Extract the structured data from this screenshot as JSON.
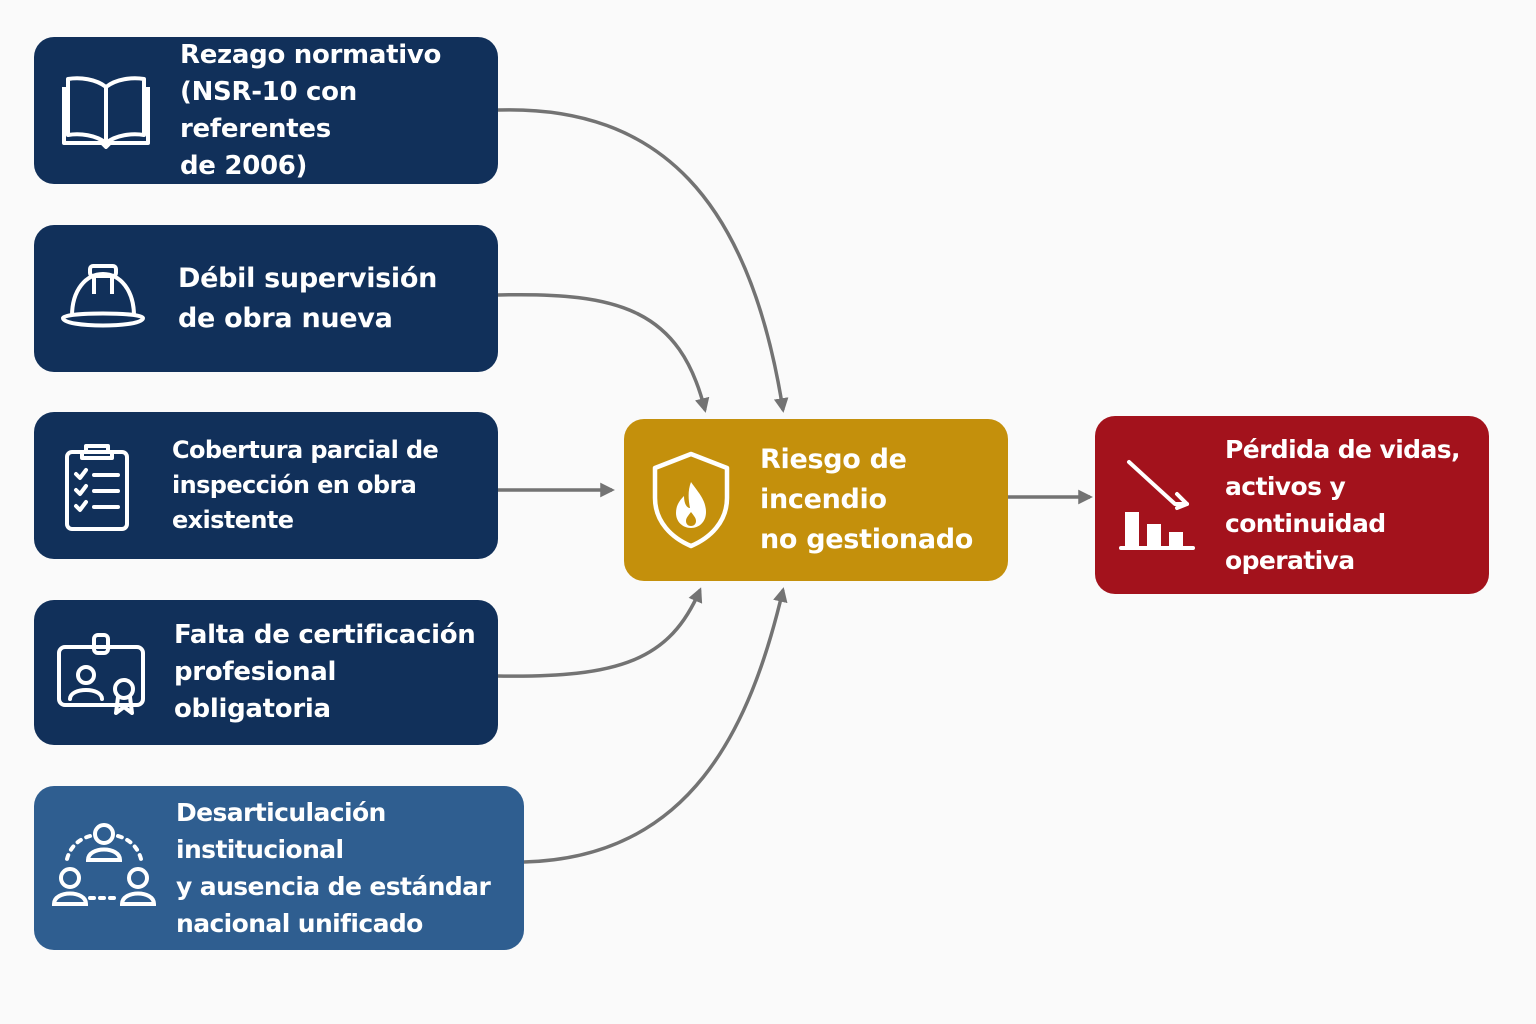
{
  "colors": {
    "background": "#fafafa",
    "cause_dark": "#11305a",
    "cause_light": "#2f5e90",
    "risk": "#c4900c",
    "effect": "#a3121c",
    "arrow": "#737373"
  },
  "causes": [
    {
      "icon": "open-book-icon",
      "label": "Rezago normativo\n(NSR-10 con referentes\nde 2006)"
    },
    {
      "icon": "hard-hat-icon",
      "label": "Débil supervisión\nde obra nueva"
    },
    {
      "icon": "clipboard-checklist-icon",
      "label": "Cobertura parcial de\ninspección en obra existente"
    },
    {
      "icon": "certificate-id-icon",
      "label": "Falta de certificación\nprofesional obligatoria"
    },
    {
      "icon": "people-network-icon",
      "label": "Desarticulación institucional\ny ausencia de estándar\nnacional unificado"
    }
  ],
  "risk": {
    "icon": "fire-shield-icon",
    "label": "Riesgo de incendio\nno gestionado"
  },
  "effect": {
    "icon": "declining-chart-icon",
    "label": "Pérdida de vidas,\nactivos y continuidad\noperativa"
  }
}
